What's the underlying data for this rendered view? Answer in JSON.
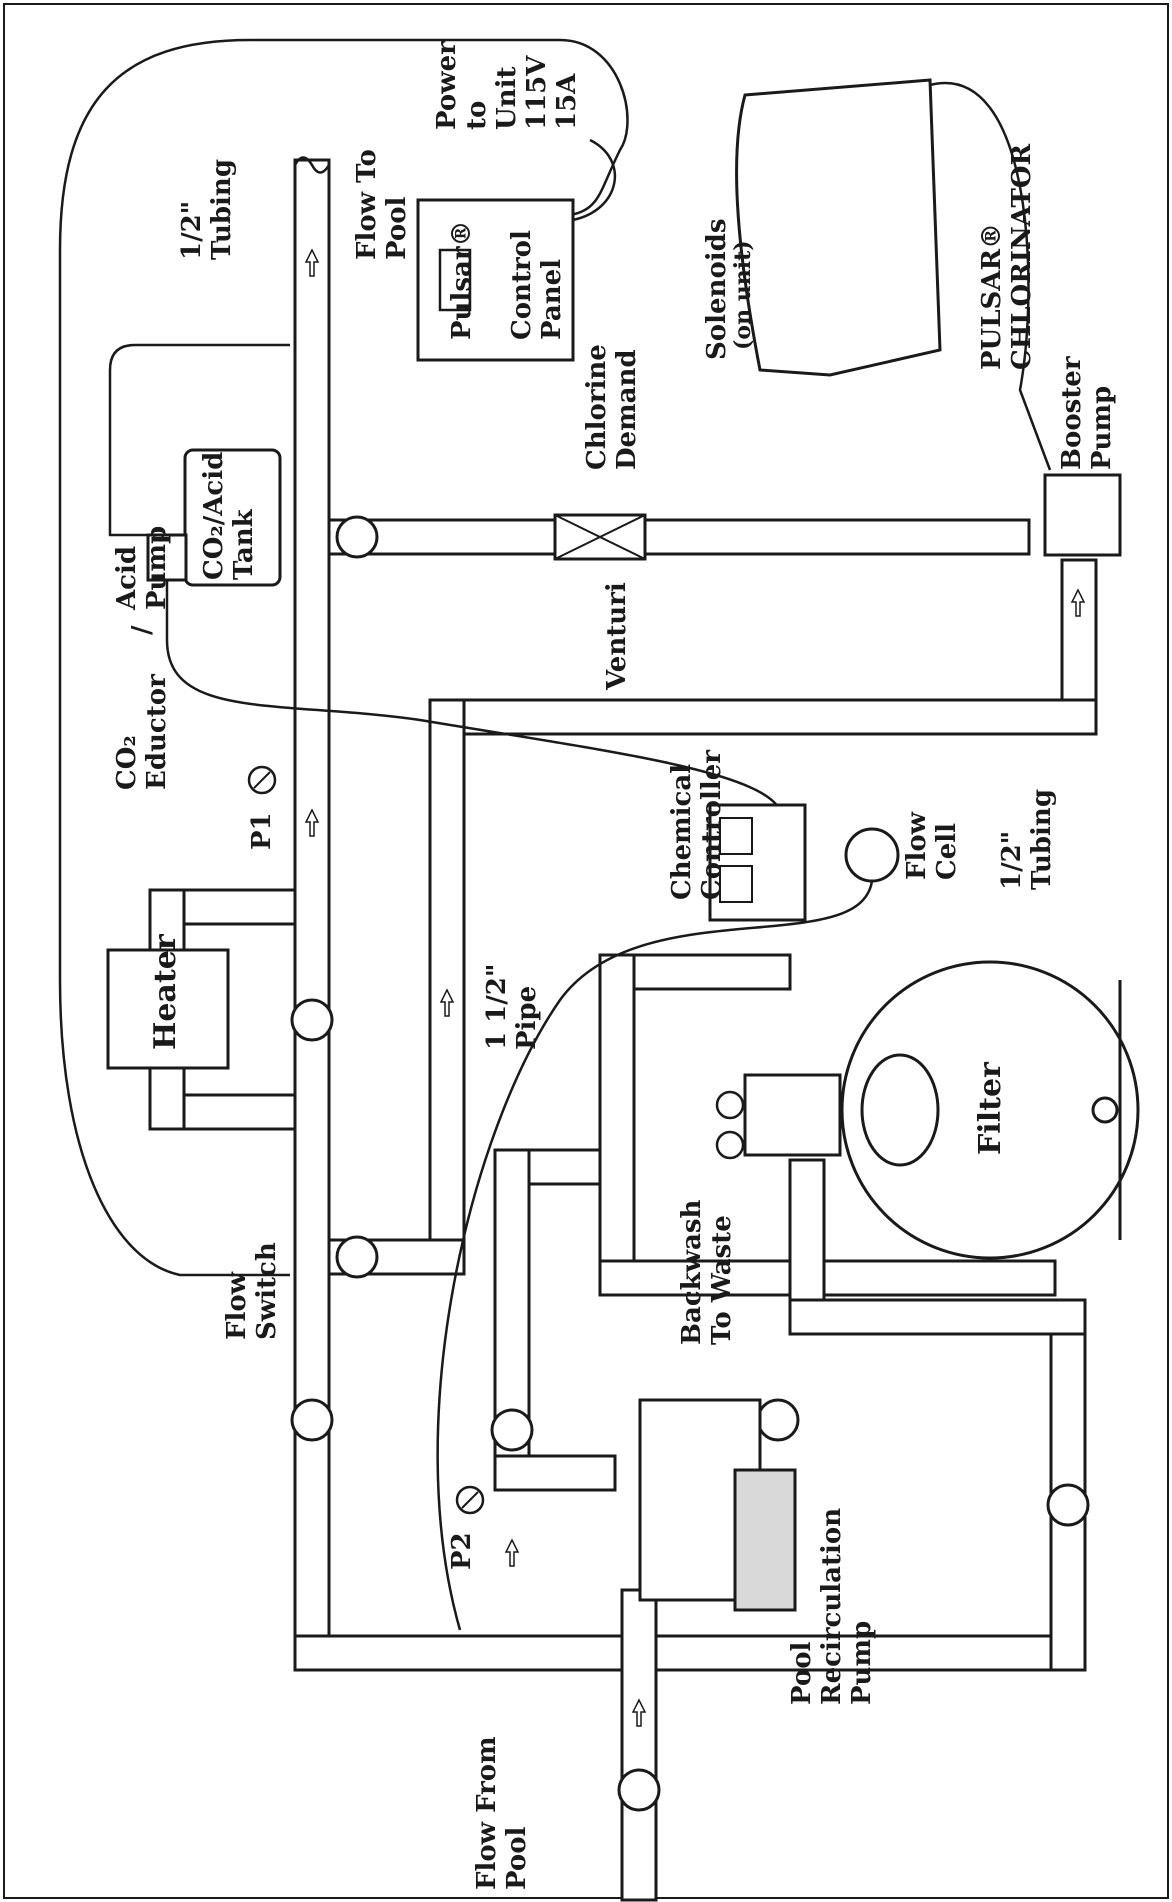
{
  "diagram": {
    "labels": {
      "power_to_unit": [
        "Power",
        "to",
        "Unit",
        "115V",
        "15A"
      ],
      "control_panel": [
        "Pulsar®",
        "Control",
        "Panel"
      ],
      "chlorine_demand": [
        "Chlorine",
        "Demand"
      ],
      "solenoids": "Solenoids",
      "solenoids_note": "(on unit)",
      "pulsar_chlorinator": [
        "PULSAR®",
        "CHLORINATOR"
      ],
      "booster_pump": [
        "Booster",
        "Pump"
      ],
      "half_inch_tubing_top": [
        "1/2\"",
        "Tubing"
      ],
      "flow_to_pool": [
        "Flow To",
        "Pool"
      ],
      "co2_tank": [
        "CO₂/Acid",
        "Tank"
      ],
      "co2_eductor": [
        "CO₂",
        "Eductor",
        "/",
        "Acid",
        "Pump"
      ],
      "venturi": "Venturi",
      "p1": "P1",
      "chemical_controller": [
        "Chemical",
        "Controller"
      ],
      "flow_cell": [
        "Flow",
        "Cell"
      ],
      "half_inch_tubing_right": [
        "1/2\"",
        "Tubing"
      ],
      "heater": "Heater",
      "pipe_size": [
        "1 1/2\"",
        "Pipe"
      ],
      "flow_switch": [
        "Flow",
        "Switch"
      ],
      "filter": "Filter",
      "backwash_to_waste": [
        "Backwash",
        "To Waste"
      ],
      "p2": "P2",
      "pool_recirculation_pump": [
        "Pool",
        "Recirculation",
        "Pump"
      ],
      "flow_from_pool": [
        "Flow From",
        "Pool"
      ]
    }
  }
}
